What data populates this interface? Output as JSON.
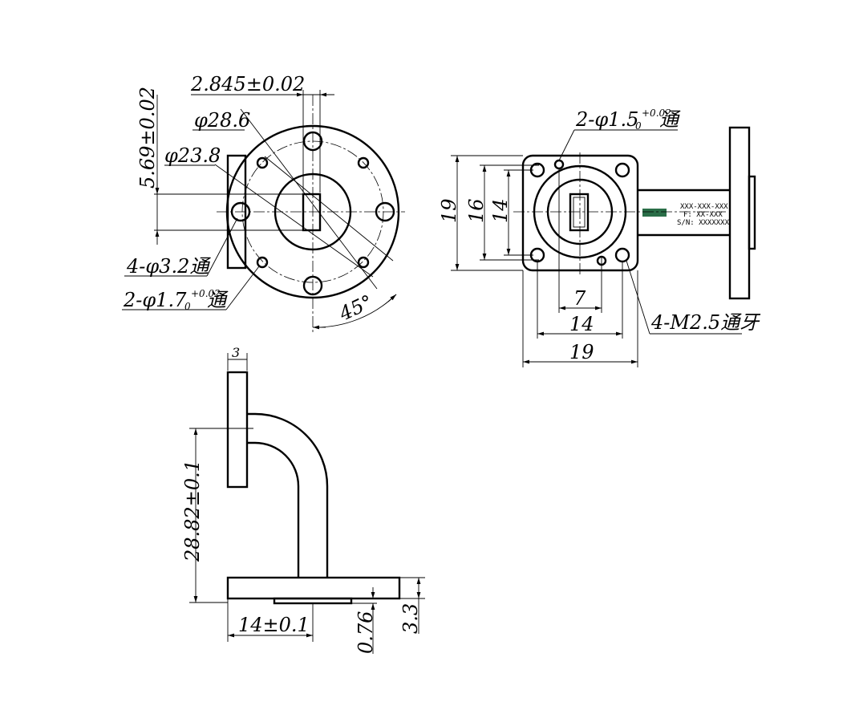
{
  "drawing": {
    "front_view": {
      "dim_width": "2.845±0.02",
      "dim_outer_dia": "φ28.6",
      "dim_bc_dia": "φ23.8",
      "dim_height": "5.69±0.02",
      "note_holes": "4-φ3.2通",
      "note_pin_prefix": "2-φ1.7",
      "note_pin_sub": "0",
      "note_pin_sup": "+0.02",
      "note_pin_suffix": "通",
      "dim_angle": "45°"
    },
    "side_view": {
      "note_pin_prefix": "2-φ1.5",
      "note_pin_sub": "0",
      "note_pin_sup": "+0.02",
      "note_pin_suffix": "通",
      "dim_v19": "19",
      "dim_v16": "16",
      "dim_v14": "14",
      "dim_h7": "7",
      "dim_h14": "14",
      "dim_h19": "19",
      "note_thread": "4-M2.5通牙",
      "label_line1": "XXX-XXX-XXX",
      "label_line2": "F: XX-XXX",
      "label_line3": "S/N: XXXXXXX",
      "logo": "■■■"
    },
    "bend_view": {
      "dim_flange_thk": "3",
      "dim_height": "28.82±0.1",
      "dim_length": "14±0.1",
      "dim_step": "0.76",
      "dim_base": "3.3"
    }
  }
}
